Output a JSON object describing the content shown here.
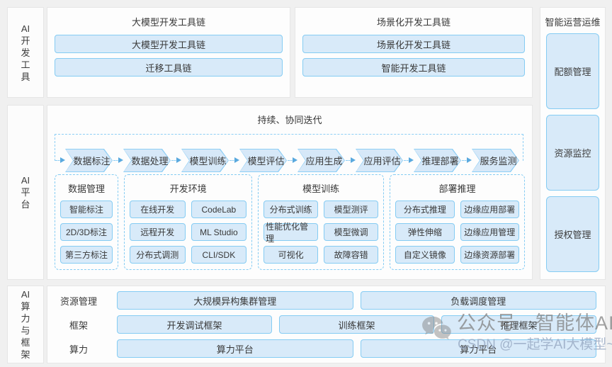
{
  "colors": {
    "accent_border": "#85ccf3",
    "accent_fill": "#d8eaf9",
    "panel_bg": "#fdfdfd",
    "page_bg": "#f0f0f0"
  },
  "sections": {
    "dev_tools": {
      "rail_label": "AI开发工具",
      "panels": [
        {
          "title": "大模型开发工具链",
          "buttons": [
            "大模型开发工具链",
            "迁移工具链"
          ]
        },
        {
          "title": "场景化开发工具链",
          "buttons": [
            "场景化开发工具链",
            "智能开发工具链"
          ]
        }
      ]
    },
    "platform": {
      "rail_label": "AI平台",
      "title": "持续、协同迭代",
      "pipeline": [
        "数据标注",
        "数据处理",
        "模型训练",
        "模型评估",
        "应用生成",
        "应用评估",
        "推理部署",
        "服务监测"
      ],
      "groups": [
        {
          "title": "数据管理",
          "items": [
            "智能标注",
            "2D/3D标注",
            "第三方标注"
          ]
        },
        {
          "title": "开发环境",
          "items": [
            "在线开发",
            "CodeLab",
            "远程开发",
            "ML Studio",
            "分布式调测",
            "CLI/SDK"
          ]
        },
        {
          "title": "模型训练",
          "items": [
            "分布式训练",
            "模型测评",
            "性能优化管理",
            "模型微调",
            "可视化",
            "故障容错"
          ]
        },
        {
          "title": "部署推理",
          "items": [
            "分布式推理",
            "边缘应用部署",
            "弹性伸缩",
            "边缘应用管理",
            "自定义镜像",
            "边缘资源部署"
          ]
        }
      ]
    },
    "ops": {
      "title": "智能运营运维",
      "boxes": [
        "配额管理",
        "资源监控",
        "授权管理"
      ]
    },
    "infra": {
      "rail_label": "AI算力与框架",
      "rows": [
        {
          "label": "资源管理",
          "boxes": [
            "大规模异构集群管理",
            "负载调度管理"
          ]
        },
        {
          "label": "框架",
          "boxes": [
            "开发调试框架",
            "训练框架",
            "推理框架"
          ]
        },
        {
          "label": "算力",
          "boxes": [
            "算力平台",
            "算力平台"
          ]
        }
      ]
    }
  },
  "watermark": {
    "icon": "wechat-icon",
    "line1": "公众号 · 智能体AI",
    "line2": "CSDN @一起学AI大模型~"
  }
}
